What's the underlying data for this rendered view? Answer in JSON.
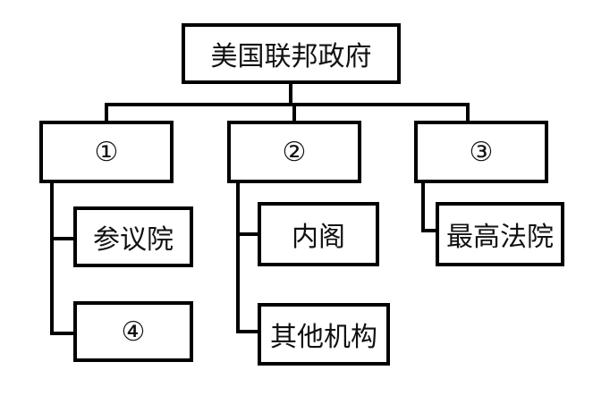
{
  "root": {
    "label": "美国联邦政府"
  },
  "branches": [
    {
      "label": "①",
      "children": [
        "参议院",
        "④"
      ]
    },
    {
      "label": "②",
      "children": [
        "内阁",
        "其他机构"
      ]
    },
    {
      "label": "③",
      "children": [
        "最高法院"
      ]
    }
  ],
  "colors": {
    "stroke": "#000000",
    "text": "#111111",
    "background": "#ffffff"
  }
}
